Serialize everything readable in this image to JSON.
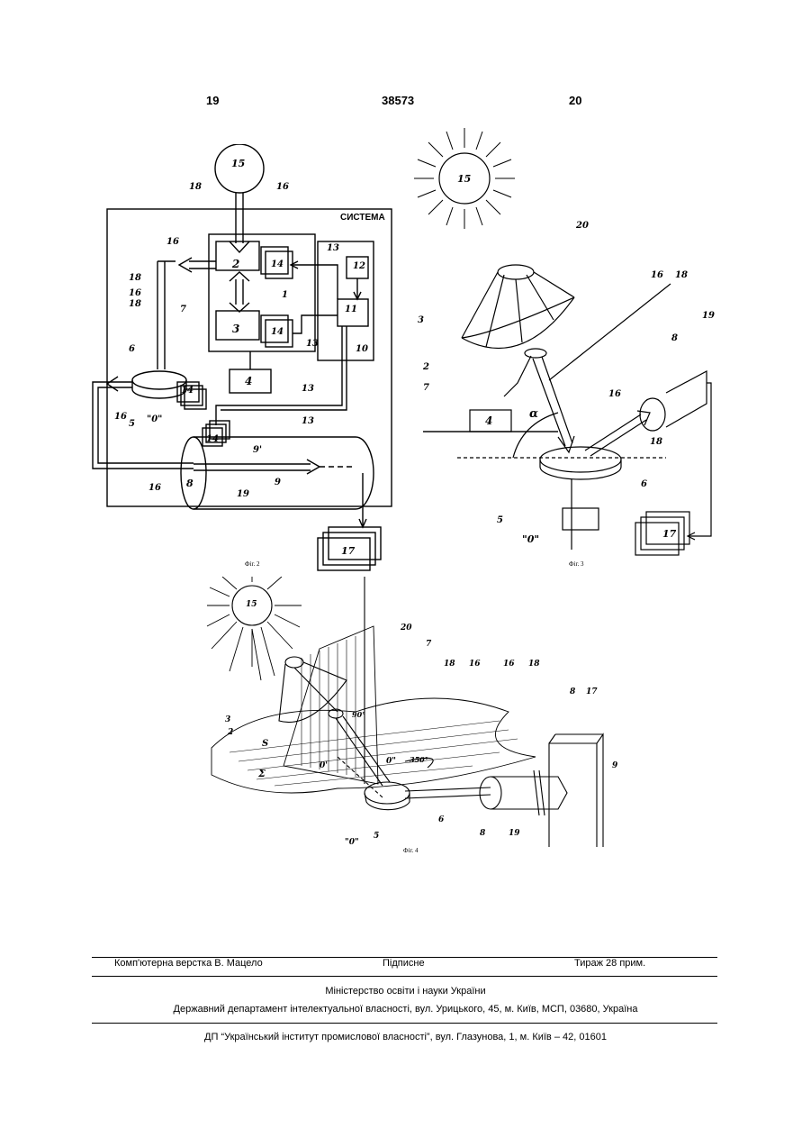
{
  "header": {
    "page_left": "19",
    "patent_number": "38573",
    "page_right": "20"
  },
  "figures": {
    "fig2": {
      "caption": "Фіг. 2",
      "system_label": "СИСТЕМА",
      "labels": [
        "15",
        "18",
        "16",
        "16",
        "2",
        "14",
        "1",
        "3",
        "14",
        "4",
        "13",
        "12",
        "11",
        "13",
        "10",
        "18",
        "16",
        "18",
        "7",
        "6",
        "14",
        "16",
        "5",
        "\"0\"",
        "13",
        "13",
        "14",
        "9'",
        "8",
        "9",
        "19",
        "16",
        "17"
      ]
    },
    "fig3": {
      "caption": "Фіг. 3",
      "labels": [
        "15",
        "20",
        "16",
        "18",
        "3",
        "2",
        "7",
        "4",
        "α",
        "8",
        "19",
        "16",
        "18",
        "6",
        "5",
        "\"0\"",
        "17"
      ]
    },
    "fig4": {
      "caption": "Фіг. 4",
      "labels": [
        "15",
        "20",
        "7",
        "18",
        "16",
        "16",
        "18",
        "8",
        "17",
        "3",
        "2",
        "90°",
        "S",
        "Σ",
        "0'",
        "0\"",
        "350°",
        "9",
        "6",
        "\"0\"",
        "5",
        "8",
        "19"
      ]
    }
  },
  "footer": {
    "layout": "Комп'ютерна верстка В. Мацело",
    "signed": "Підписне",
    "circulation": "Тираж 28 прим.",
    "ministry": "Міністерство освіти і науки України",
    "department": "Державний департамент інтелектуальної власності, вул. Урицького, 45, м. Київ, МСП, 03680, Україна",
    "institute": "ДП “Український інститут промислової власності”, вул. Глазунова, 1, м. Київ – 42, 01601"
  }
}
